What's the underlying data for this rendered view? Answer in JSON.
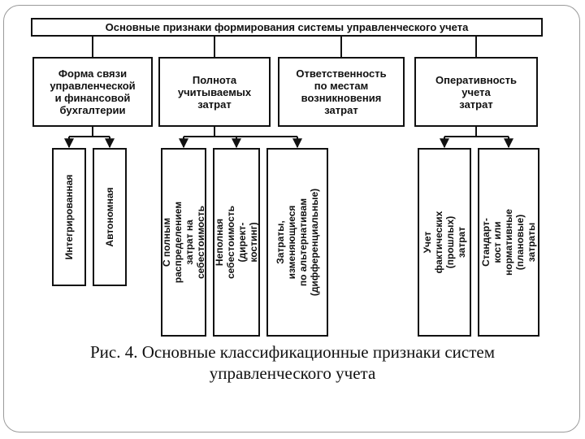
{
  "diagram": {
    "title": "Основные признаки формирования системы управленческого учета",
    "categories": [
      {
        "label": "Форма связи\nуправленческой\nи финансовой\nбухгалтерии",
        "items": [
          "Интегрированная",
          "Автономная"
        ]
      },
      {
        "label": "Полнота\nучитываемых\nзатрат",
        "items": [
          "С полным распределением\nзатрат на себестоимость",
          "Неполная себестоимость\n(директ-костинг)",
          "Затраты, изменяющиеся\nпо альтернативам\n(дифференциальные)"
        ]
      },
      {
        "label": "Ответственность\nпо местам\nвозникновения\nзатрат",
        "items": []
      },
      {
        "label": "Оперативность\nучета\nзатрат",
        "items": [
          "Учет фактических\n(прошлых) затрат",
          "Стандарт-кост или\nнормативные (плановые)\nзатраты"
        ]
      }
    ]
  },
  "caption": "Рис. 4. Основные классификационные признаки систем\nуправленческого учета"
}
